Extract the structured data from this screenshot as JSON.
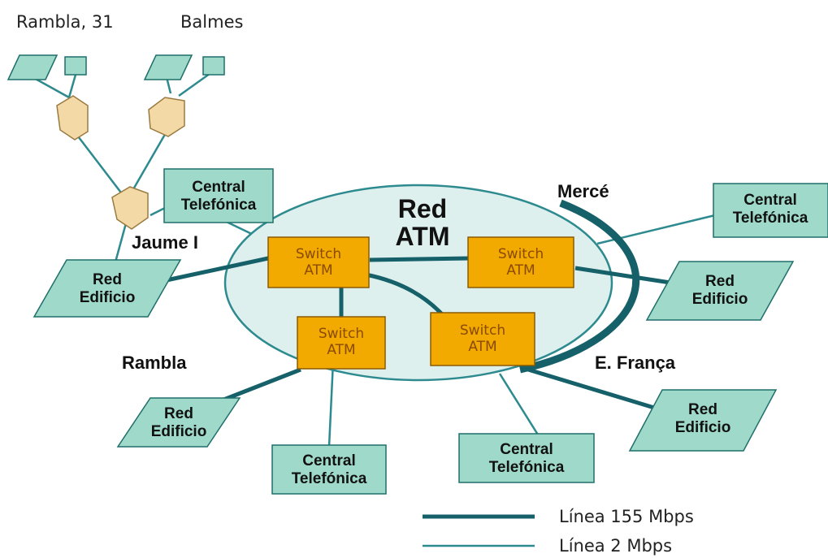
{
  "colors": {
    "node_fill": "#9fd9c9",
    "node_stroke": "#1f6f6b",
    "line_thick": "#16606a",
    "line_thin": "#2d8a8f",
    "ring_fill": "#def0ee",
    "switch_fill": "#f2a900",
    "switch_text": "#8a4b00",
    "router_fill": "#f3d9a6"
  },
  "header": {
    "rambla31": "Rambla, 31",
    "balmes": "Balmes"
  },
  "network": {
    "title_line1": "Red",
    "title_line2": "ATM",
    "switch_line1": "Switch",
    "switch_line2": "ATM"
  },
  "sites": {
    "jaume": "Jaume I",
    "merce": "Mercé",
    "rambla": "Rambla",
    "efranca": "E. França"
  },
  "nodes": {
    "central_line1": "Central",
    "central_line2": "Telefónica",
    "red_line1": "Red",
    "red_line2": "Edificio"
  },
  "legend": {
    "thick_label": "Línea 155 Mbps",
    "thin_label": "Línea 2 Mbps"
  }
}
